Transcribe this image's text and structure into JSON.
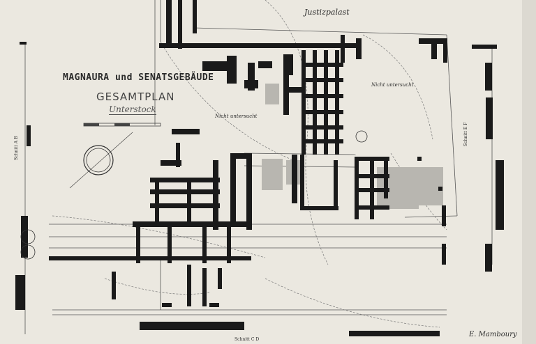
{
  "title": {
    "main": "MAGNAURA und SENATSGEBÄUDE",
    "sub": "GESAMTPLAN",
    "level": "Unterstock"
  },
  "labels": {
    "justizpalast": "Justizpalast",
    "nicht_untersucht_1": "Nicht untersucht",
    "nicht_untersucht_2": "Nicht untersucht",
    "schnitt_ab": "Schnitt A B",
    "schnitt_ef": "Schnitt E F",
    "schnitt_cd": "Schnitt C D",
    "author": "E. Mamboury"
  },
  "colors": {
    "paper": "#ebe8e0",
    "ink": "#1a1a1a",
    "faint": "#8a8a8a",
    "hatch": "#b8b6b0"
  }
}
